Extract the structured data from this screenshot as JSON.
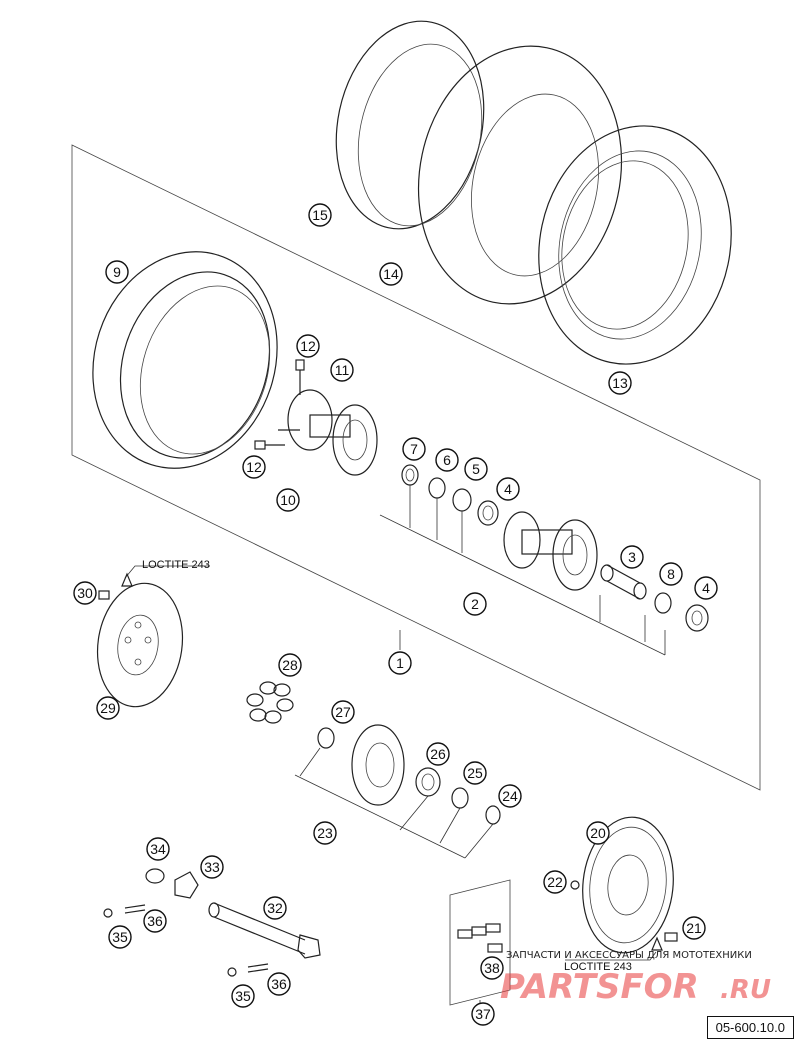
{
  "diagram": {
    "callouts": [
      {
        "id": "1",
        "label": "1"
      },
      {
        "id": "2",
        "label": "2"
      },
      {
        "id": "3",
        "label": "3"
      },
      {
        "id": "4a",
        "label": "4"
      },
      {
        "id": "4b",
        "label": "4"
      },
      {
        "id": "5",
        "label": "5"
      },
      {
        "id": "6",
        "label": "6"
      },
      {
        "id": "7",
        "label": "7"
      },
      {
        "id": "8",
        "label": "8"
      },
      {
        "id": "9",
        "label": "9"
      },
      {
        "id": "10",
        "label": "10"
      },
      {
        "id": "11",
        "label": "11"
      },
      {
        "id": "12a",
        "label": "12"
      },
      {
        "id": "12b",
        "label": "12"
      },
      {
        "id": "13",
        "label": "13"
      },
      {
        "id": "14",
        "label": "14"
      },
      {
        "id": "15",
        "label": "15"
      },
      {
        "id": "20",
        "label": "20"
      },
      {
        "id": "21",
        "label": "21"
      },
      {
        "id": "22",
        "label": "22"
      },
      {
        "id": "23",
        "label": "23"
      },
      {
        "id": "24",
        "label": "24"
      },
      {
        "id": "25",
        "label": "25"
      },
      {
        "id": "26",
        "label": "26"
      },
      {
        "id": "27",
        "label": "27"
      },
      {
        "id": "28",
        "label": "28"
      },
      {
        "id": "29",
        "label": "29"
      },
      {
        "id": "30",
        "label": "30"
      },
      {
        "id": "32",
        "label": "32"
      },
      {
        "id": "33",
        "label": "33"
      },
      {
        "id": "34",
        "label": "34"
      },
      {
        "id": "35a",
        "label": "35"
      },
      {
        "id": "35b",
        "label": "35"
      },
      {
        "id": "36a",
        "label": "36"
      },
      {
        "id": "36b",
        "label": "36"
      },
      {
        "id": "37",
        "label": "37"
      },
      {
        "id": "38",
        "label": "38"
      }
    ],
    "notes": {
      "loctite_disc": "LOCTITE 243",
      "loctite_sprocket": "LOCTITE 243"
    },
    "watermark": {
      "tagline": "ЗАПЧАСТИ И АКСЕССУАРЫ ДЛЯ МОТОТЕХНИКИ",
      "brand": "PARTSFOR",
      "domain": ".RU"
    },
    "document_number": "05-600.10.0"
  }
}
